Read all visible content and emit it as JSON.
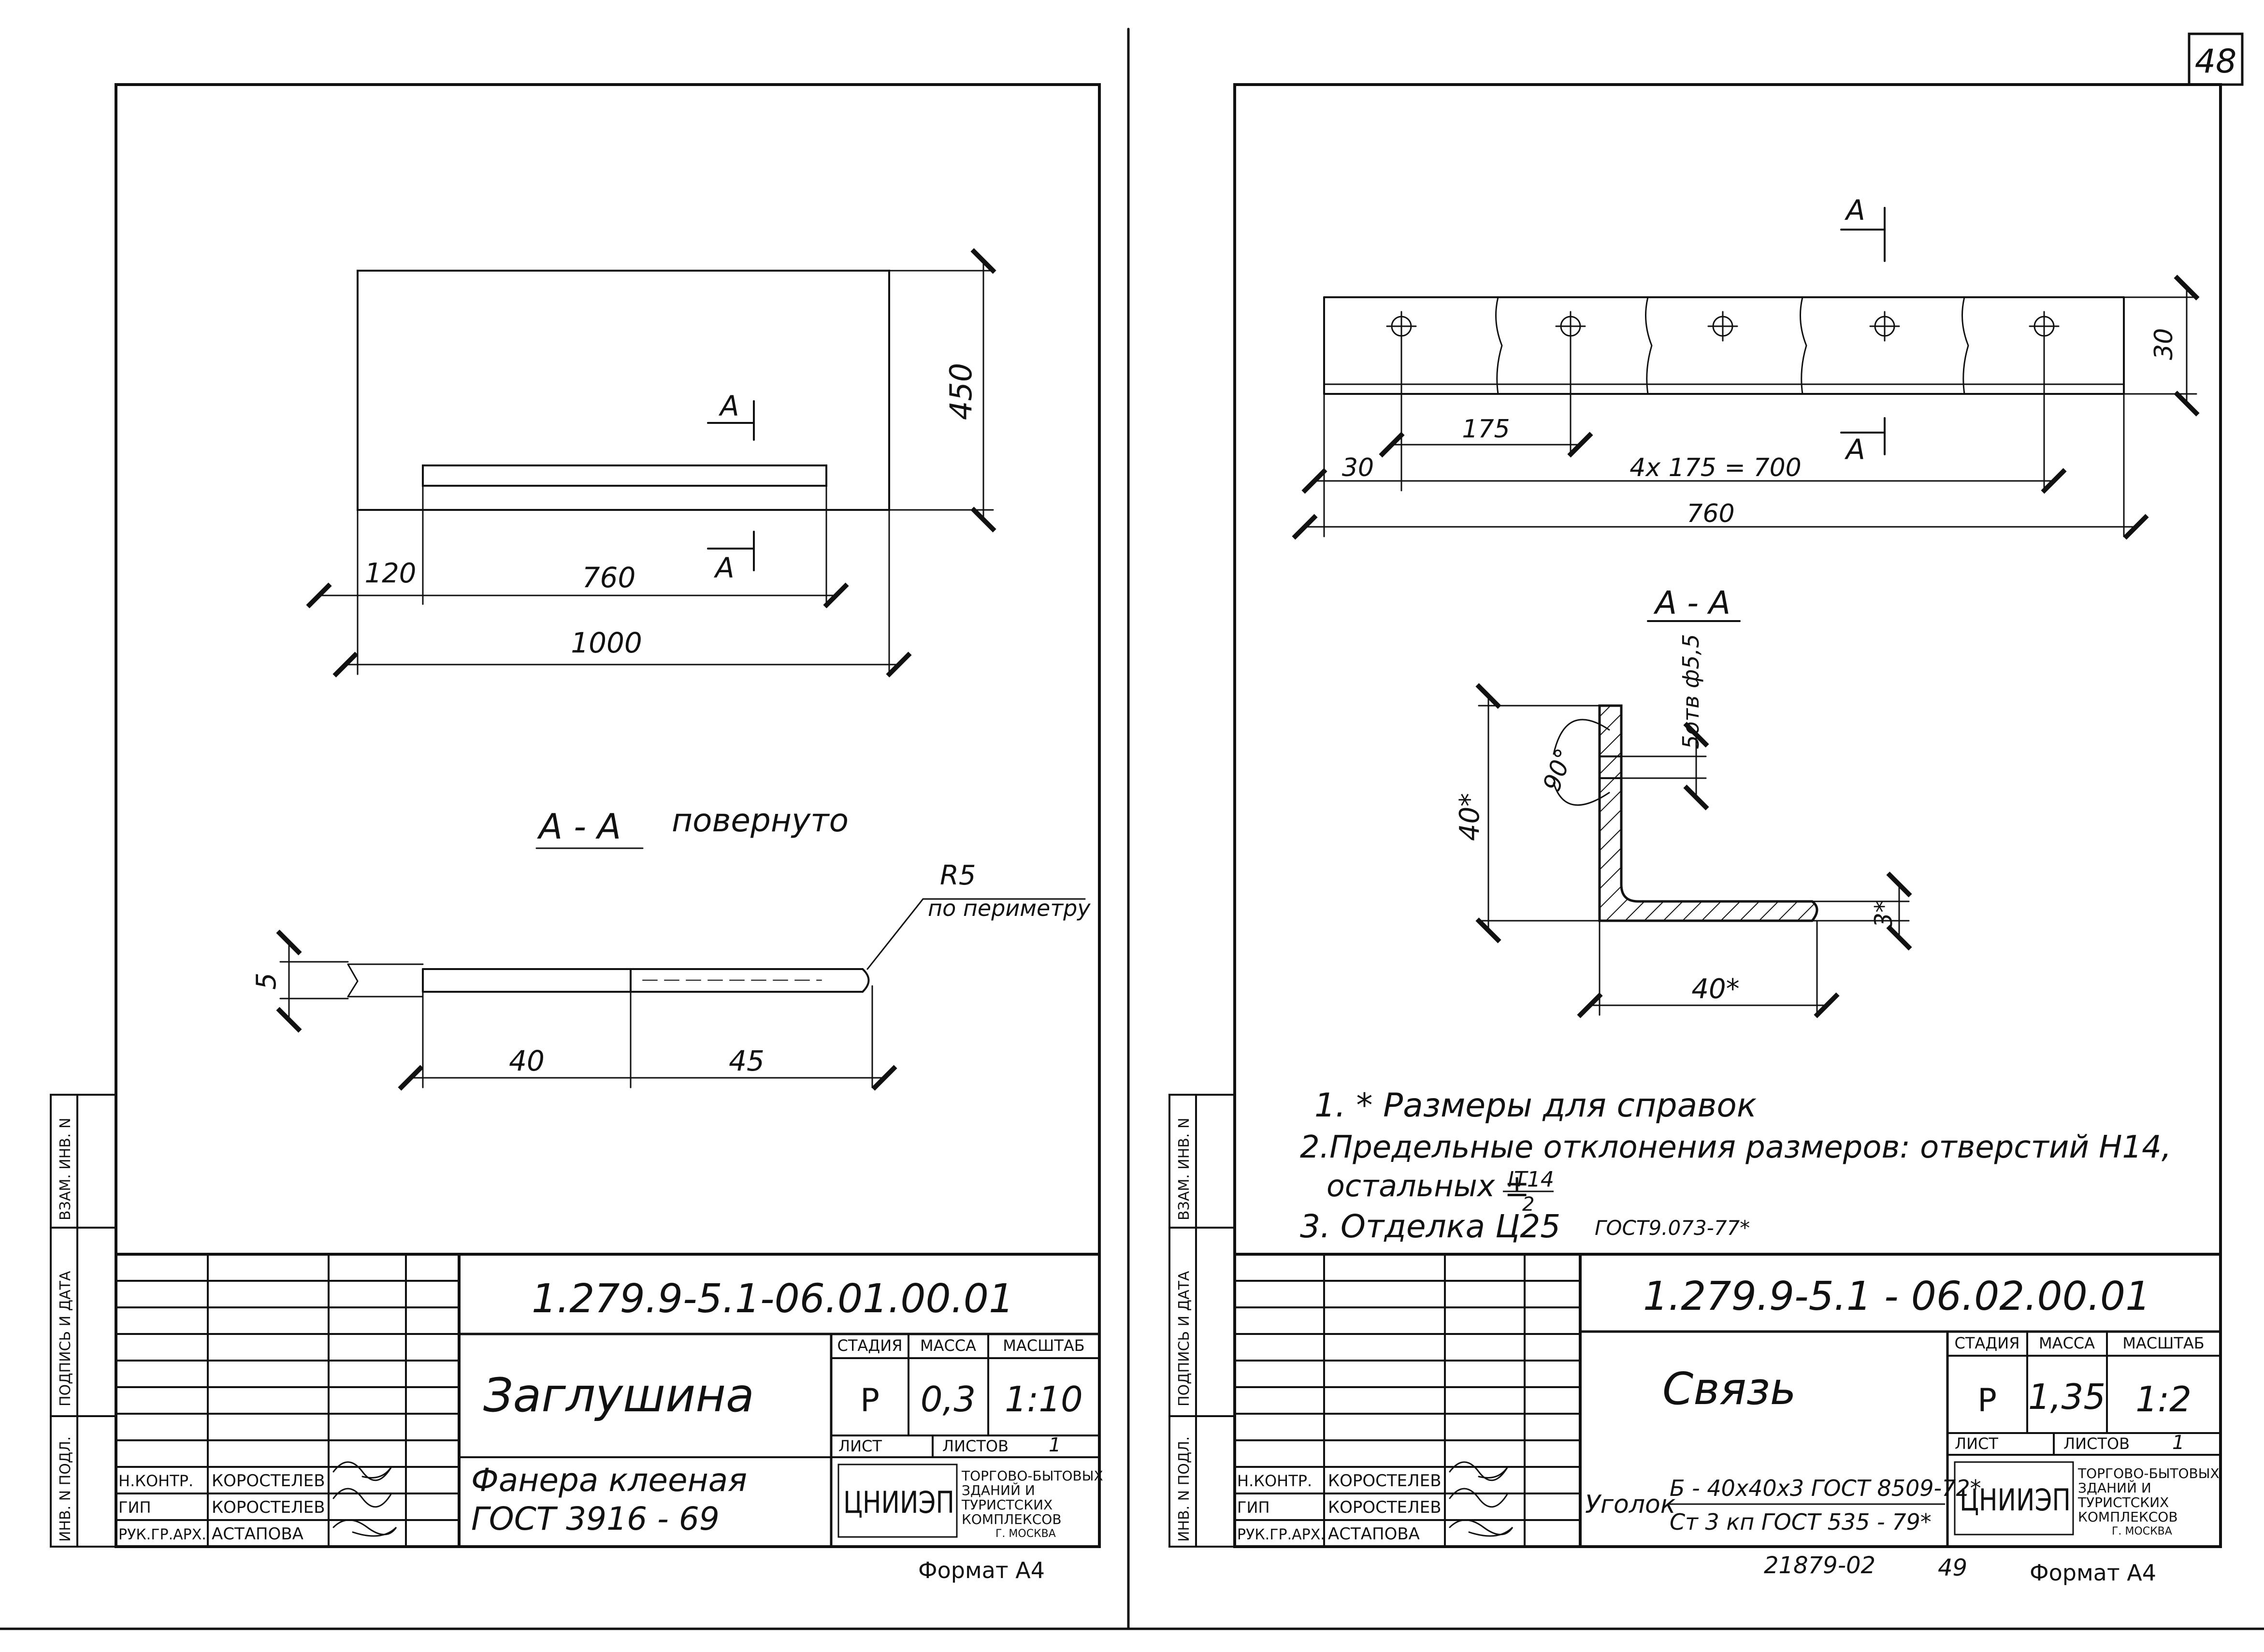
{
  "page_number": "48",
  "left_sheet": {
    "plan": {
      "dim_height": "450",
      "dim_120": "120",
      "dim_760": "760",
      "dim_1000": "1000",
      "section_mark": "А"
    },
    "section": {
      "title": "А - А",
      "note": "повернуто",
      "radius_label": "R5",
      "radius_note": "по периметру",
      "dim_thickness": "5",
      "dim_40": "40",
      "dim_45": "45"
    },
    "title_block": {
      "designation": "1.279.9-5.1-06.01.00.01",
      "name": "Заглушина",
      "material_line1": "Фанера клееная",
      "material_line2": "ГОСТ 3916 - 69",
      "stage_header": "СТАДИЯ",
      "mass_header": "МАССА",
      "scale_header": "МАСШТАБ",
      "stage": "Р",
      "mass": "0,3",
      "scale": "1:10",
      "sheet_label": "ЛИСТ",
      "sheets_label": "ЛИСТОВ",
      "sheets_value": "1",
      "roles": [
        "Н.КОНТР.",
        "ГИП",
        "РУК.ГР.АРХ."
      ],
      "names": [
        "КОРОСТЕЛЕВ",
        "КОРОСТЕЛЕВ",
        "АСТАПОВА"
      ],
      "org_logo": "ЦНИИЭП",
      "org_line1": "ТОРГОВО-БЫТОВЫХ",
      "org_line2": "ЗДАНИЙ И",
      "org_line3": "ТУРИСТСКИХ",
      "org_line4": "КОМПЛЕКСОВ",
      "org_line5": "Г. МОСКВА",
      "format": "Формат А4"
    },
    "side_stamps": [
      "ВЗАМ. ИНВ. N",
      "ПОДПИСЬ И ДАТА",
      "ИНВ. N ПОДЛ."
    ]
  },
  "right_sheet": {
    "plan": {
      "section_mark": "А",
      "dim_30_top": "30",
      "dim_175": "175",
      "dim_30_left": "30",
      "dim_4x175": "4х 175 = 700",
      "dim_760": "760"
    },
    "section": {
      "title": "А - А",
      "hole_label": "5отв ф5,5",
      "angle_label": "90°",
      "dim_40_vert": "40*",
      "dim_40_horiz": "40*",
      "dim_3": "3*"
    },
    "notes": {
      "note1": "1. * Размеры для справок",
      "note2": "2.Предельные отклонения размеров: отверстий Н14,",
      "note2b_prefix": "остальных ±",
      "note2b_numer": "IT14",
      "note2b_denom": "2",
      "note3_prefix": "3. Отделка Ц25",
      "note3_suffix": "ГОСТ9.073-77*"
    },
    "title_block": {
      "designation": "1.279.9-5.1 - 06.02.00.01",
      "name": "Связь",
      "material_prefix": "Уголок",
      "material_line1": "Б - 40х40х3 ГОСТ 8509-72*",
      "material_line2": "Ст 3 кп ГОСТ 535 - 79*",
      "stage_header": "СТАДИЯ",
      "mass_header": "МАССА",
      "scale_header": "МАСШТАБ",
      "stage": "Р",
      "mass": "1,35",
      "scale": "1:2",
      "sheet_label": "ЛИСТ",
      "sheets_label": "ЛИСТОВ",
      "sheets_value": "1",
      "roles": [
        "Н.КОНТР.",
        "ГИП",
        "РУК.ГР.АРХ."
      ],
      "names": [
        "КОРОСТЕЛЕВ",
        "КОРОСТЕЛЕВ",
        "АСТАПОВА"
      ],
      "org_logo": "ЦНИИЭП",
      "org_line1": "ТОРГОВО-БЫТОВЫХ",
      "org_line2": "ЗДАНИЙ И",
      "org_line3": "ТУРИСТСКИХ",
      "org_line4": "КОМПЛЕКСОВ",
      "org_line5": "Г. МОСКВА",
      "format": "Формат А4",
      "archive_number": "21879-02",
      "page_ref": "49"
    },
    "side_stamps": [
      "ВЗАМ. ИНВ. N",
      "ПОДПИСЬ И ДАТА",
      "ИНВ. N ПОДЛ."
    ]
  }
}
